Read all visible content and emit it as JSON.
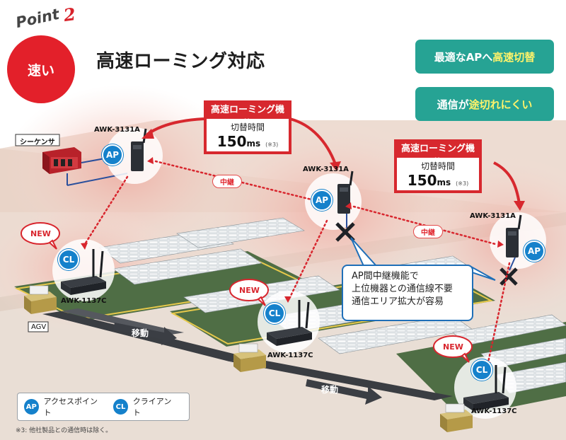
{
  "header": {
    "point_word": "Point",
    "point_number": "2",
    "badge": "速い",
    "title": "高速ローミング対応"
  },
  "features": [
    {
      "prefix": "最適なAPへ",
      "highlight": "高速切替",
      "suffix": ""
    },
    {
      "prefix": "通信が",
      "highlight": "途切れにくい",
      "suffix": ""
    }
  ],
  "roaming": [
    {
      "title": "高速ローミング機能",
      "label": "切替時間",
      "value": "150",
      "unit": "ms",
      "note": "(※3)"
    },
    {
      "title": "高速ローミング機能",
      "label": "切替時間",
      "value": "150",
      "unit": "ms",
      "note": "(※3)"
    }
  ],
  "devices": {
    "sensor": "シーケンサ",
    "ap_model": "AWK-3131A",
    "client_model": "AWK-1137C",
    "agv": "AGV",
    "new_tag": "NEW"
  },
  "badges": {
    "ap": "AP",
    "cl": "CL"
  },
  "relay_label": "中継",
  "move_label": "移動",
  "callout_lines": [
    "AP間中継機能で",
    "上位機器との通信線不要",
    "通信エリア拡大が容易"
  ],
  "legend": {
    "ap_text": "アクセスポイント",
    "cl_text": "クライアント"
  },
  "footnote": "※3: 他社製品との通信時は除く。",
  "colors": {
    "accent_red": "#e3202a",
    "teal": "#26a394",
    "highlight_yellow": "#fff36a",
    "device_blue": "#1581cb",
    "floor_green": "#4f6e45"
  }
}
